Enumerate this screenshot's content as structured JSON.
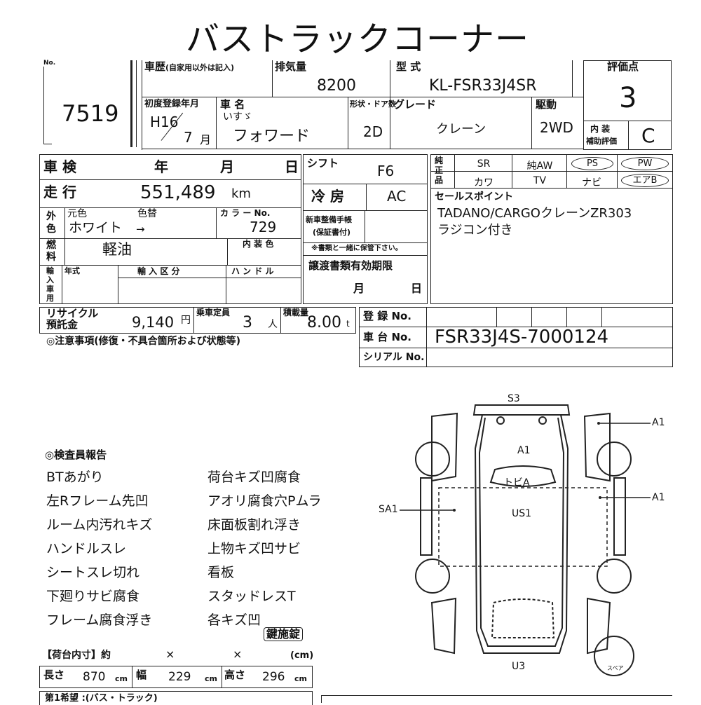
{
  "title": "バストラックコーナー",
  "lot": {
    "label": "No.",
    "number": "7519"
  },
  "history": {
    "label": "車歴",
    "note": "(自家用以外は記入)"
  },
  "displacement": {
    "label": "排気量",
    "value": "8200"
  },
  "model": {
    "label": "型 式",
    "value": "KL-FSR33J4SR"
  },
  "grade_score": {
    "label": "評価点",
    "value": "3"
  },
  "first_reg": {
    "label": "初度登録年月",
    "era": "H16",
    "month": "7",
    "month_unit": "月"
  },
  "car_name": {
    "label": "車 名",
    "maker": "いすゞ",
    "name": "フォワード"
  },
  "doors": {
    "label": "形状・ドア数",
    "value": "2D"
  },
  "grade": {
    "label": "グレード",
    "value": "クレーン"
  },
  "drive": {
    "label": "駆動",
    "value": "2WD"
  },
  "interior": {
    "label1": "内 装",
    "label2": "補助評価",
    "value": "C"
  },
  "inspection": {
    "label": "車 検",
    "year": "年",
    "month": "月",
    "day": "日"
  },
  "shift": {
    "label": "シフト",
    "value": "F6"
  },
  "equip": {
    "label": "純正品",
    "items": [
      "SR",
      "純AW",
      "PS",
      "PW",
      "カワ",
      "TV",
      "ナビ",
      "エアB"
    ]
  },
  "mileage": {
    "label": "走 行",
    "value": "551,489",
    "unit": "km"
  },
  "ac": {
    "label": "冷 房",
    "value": "AC"
  },
  "sales_point": {
    "label": "セールスポイント",
    "line1": "TADANO/CARGOクレーンZR303",
    "line2": "ラジコン付き"
  },
  "ext_color": {
    "label": "外色",
    "orig_label": "元色",
    "change_label": "色替",
    "orig": "ホワイト",
    "arrow": "→"
  },
  "color_no": {
    "label": "カ ラ ー No.",
    "value": "729"
  },
  "manual": {
    "label": "新車整備手帳",
    "sub": "(保証書付)",
    "note": "※書類と一緒に保管下さい。"
  },
  "fuel": {
    "label": "燃料",
    "value": "軽油"
  },
  "int_color": {
    "label": "内 装 色"
  },
  "import": {
    "label": "輸入車用",
    "year_label": "年式",
    "class_label": "輸 入 区 分",
    "handle_label": "ハ ン ド ル"
  },
  "transfer": {
    "label": "譲渡書類有効期限",
    "month": "月",
    "day": "日"
  },
  "recycle": {
    "label1": "リサイクル",
    "label2": "預託金",
    "value": "9,140",
    "unit": "円"
  },
  "capacity": {
    "label": "乗車定員",
    "value": "3",
    "unit": "人"
  },
  "load": {
    "label": "積載量",
    "value": "8.00",
    "unit": "t"
  },
  "reg_no": {
    "label": "登 録 No."
  },
  "chassis": {
    "label": "車 台 No.",
    "value": "FSR33J4S-7000124"
  },
  "serial": {
    "label": "シリアル No."
  },
  "notes_heading": "◎注意事項(修復・不具合箇所および状態等)",
  "report": {
    "heading": "◎検査員報告",
    "left": [
      "BTあがり",
      "左Rフレーム先凹",
      "ルーム内汚れキズ",
      "ハンドルスレ",
      "シートスレ切れ",
      "下廻りサビ腐食",
      "フレーム腐食浮き"
    ],
    "right": [
      "荷台キズ凹腐食",
      "アオリ腐食穴Pムラ",
      "床面板割れ浮き",
      "上物キズ凹サビ",
      "看板",
      "スタッドレスT",
      "各キズ凹"
    ],
    "stamp": "鍵施錠"
  },
  "cargo": {
    "heading": "【荷台内寸】約",
    "x1": "×",
    "x2": "×",
    "unit_cm": "(cm)",
    "len_label": "長さ",
    "len": "870",
    "width_label": "幅",
    "width": "229",
    "height_label": "高さ",
    "height": "296",
    "cm": "cm",
    "bottom_partial": "第1希望 :(バス・トラック)"
  },
  "diagram": {
    "s3": "S3",
    "a1_top": "A1",
    "a1_right1": "A1",
    "a1_right2": "A1",
    "sa1": "SA1",
    "tobi": "トビA",
    "us1": "US1",
    "u3": "U3",
    "spare": "スペア"
  }
}
